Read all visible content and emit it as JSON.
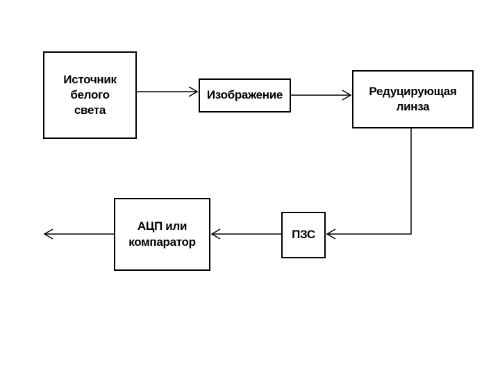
{
  "diagram": {
    "blocks": {
      "source": "Источник\nбелого\nсвета",
      "image": "Изображение",
      "lens": "Редуцирующая\nлинза",
      "ccd": "ПЗС",
      "adc": "АЦП или\nкомпаратор"
    },
    "connections": [
      {
        "from": "source",
        "to": "image"
      },
      {
        "from": "image",
        "to": "lens"
      },
      {
        "from": "lens",
        "to": "ccd"
      },
      {
        "from": "ccd",
        "to": "adc"
      },
      {
        "from": "adc",
        "to": "output"
      }
    ]
  }
}
